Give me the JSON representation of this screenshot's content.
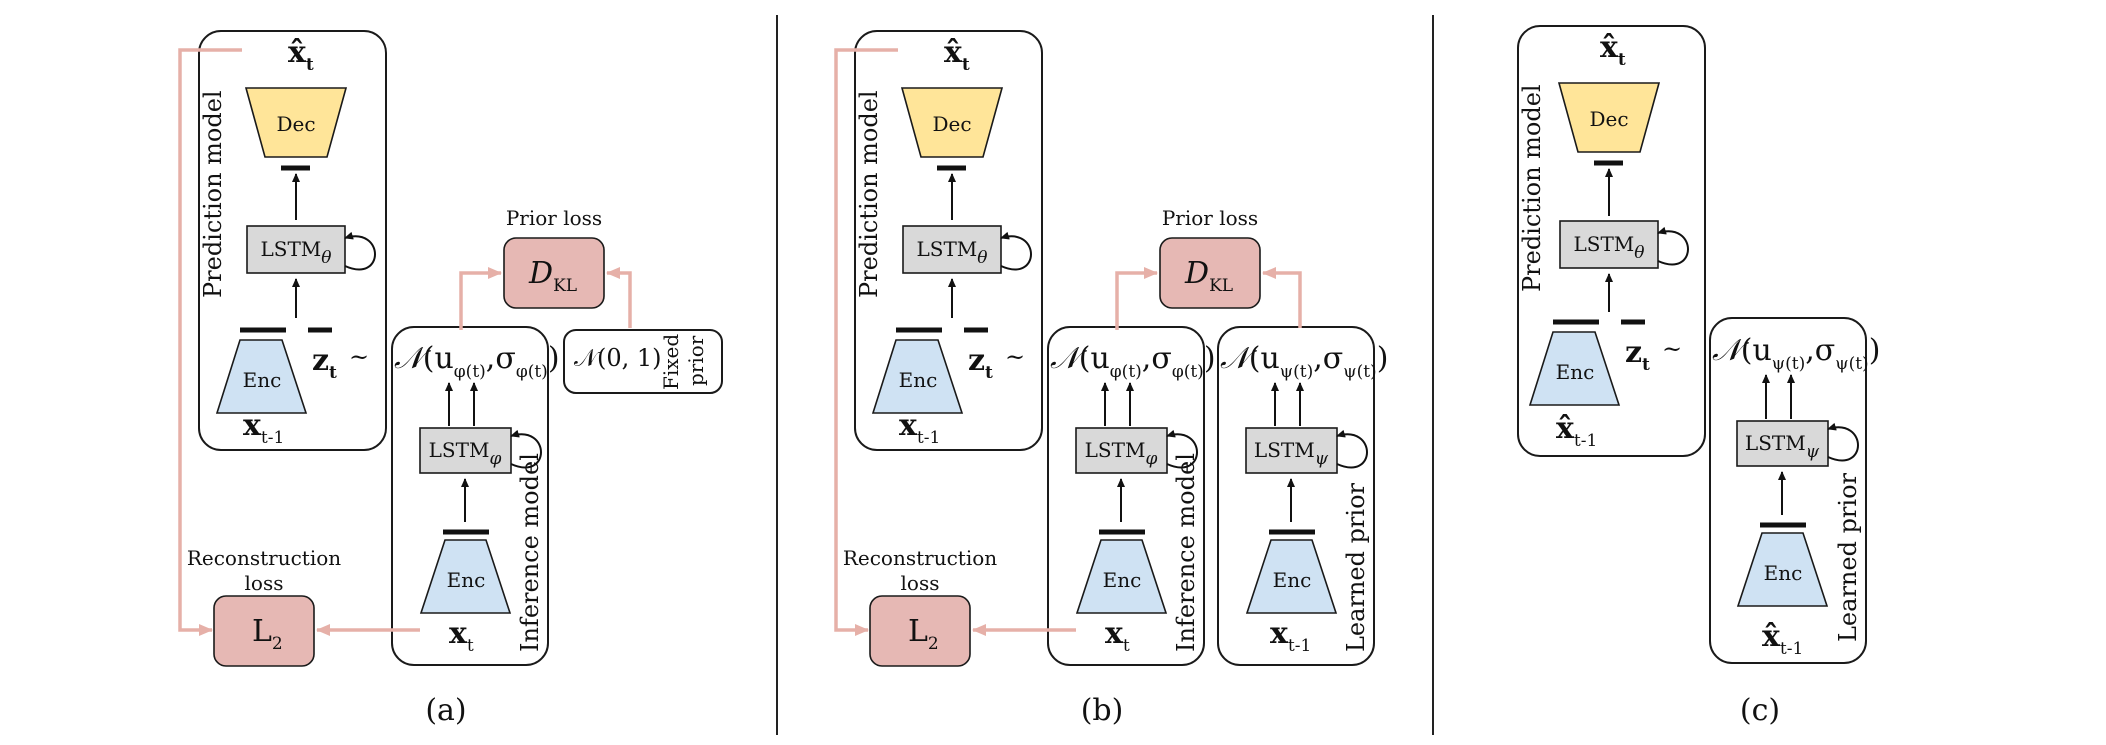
{
  "labels": {
    "xhat": "x̂",
    "t": "t",
    "dec": "Dec",
    "enc": "Enc",
    "lstm": "LSTM",
    "theta": "θ",
    "phi": "φ",
    "psi": "ψ",
    "prediction_model": "Prediction model",
    "inference_model": "Inference model",
    "learned_prior": "Learned prior",
    "fixed_prior_1": "Fixed",
    "fixed_prior_2": "prior",
    "prior_loss": "Prior loss",
    "recon_loss_1": "Reconstruction",
    "recon_loss_2": "loss",
    "z": "z",
    "x": "x",
    "tm1": "t-1",
    "tilde": "~",
    "dkl_d": "D",
    "dkl_kl": "KL",
    "l2_l": "L",
    "l2_2": "2",
    "normal": "𝒩",
    "normal_fixed": "𝒩(0, 1)",
    "mu": "(u",
    "sigma": "σ",
    "comma": ",",
    "close": ")",
    "phi_t": "φ(t)",
    "psi_t": "ψ(t)"
  },
  "captions": {
    "a": "(a)",
    "b": "(b)",
    "c": "(c)"
  }
}
